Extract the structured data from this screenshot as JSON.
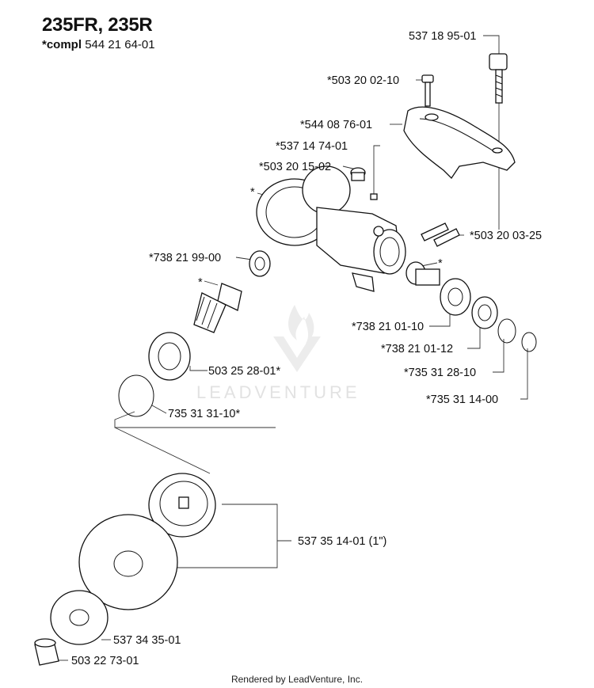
{
  "header": {
    "title": "235FR, 235R",
    "subtitle_prefix": "*compl",
    "subtitle_value": "544 21 64-01"
  },
  "watermark": "LEADVENTURE",
  "parts": [
    {
      "label": "537 18 95-01"
    },
    {
      "label": "*503 20 02-10"
    },
    {
      "label": "*544 08 76-01"
    },
    {
      "label": "*537 14 74-01"
    },
    {
      "label": "*503 20 15-02"
    },
    {
      "label": "*503 20 03-25"
    },
    {
      "label": "*738 21 99-00"
    },
    {
      "label": "*738 21 01-10"
    },
    {
      "label": "*738 21 01-12"
    },
    {
      "label": "*735 31 28-10"
    },
    {
      "label": "*735 31 14-00"
    },
    {
      "label": "503 25 28-01*"
    },
    {
      "label": "735 31 31-10*"
    },
    {
      "label": "537 35 14-01 (1\")"
    },
    {
      "label": "537 34 35-01"
    },
    {
      "label": "503 22 73-01"
    }
  ],
  "markers": {
    "star": "*"
  },
  "footer": "Rendered by LeadVenture, Inc."
}
